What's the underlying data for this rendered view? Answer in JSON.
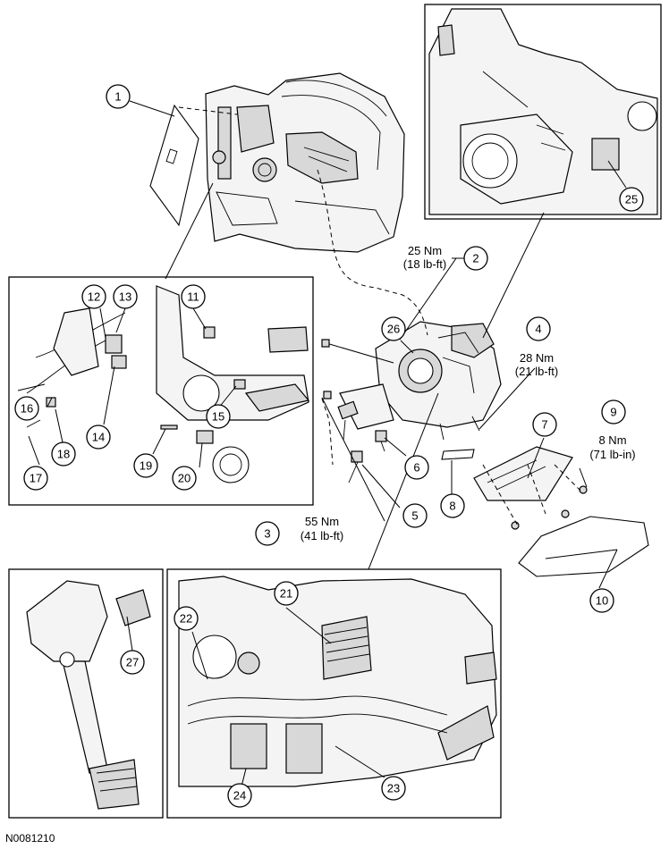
{
  "figure_id": "N0081210",
  "callouts": [
    {
      "id": "1",
      "label": "1"
    },
    {
      "id": "2",
      "label": "2"
    },
    {
      "id": "3",
      "label": "3"
    },
    {
      "id": "4",
      "label": "4"
    },
    {
      "id": "5",
      "label": "5"
    },
    {
      "id": "6",
      "label": "6"
    },
    {
      "id": "7",
      "label": "7"
    },
    {
      "id": "8",
      "label": "8"
    },
    {
      "id": "9",
      "label": "9"
    },
    {
      "id": "10",
      "label": "10"
    },
    {
      "id": "11",
      "label": "11"
    },
    {
      "id": "12",
      "label": "12"
    },
    {
      "id": "13",
      "label": "13"
    },
    {
      "id": "14",
      "label": "14"
    },
    {
      "id": "15",
      "label": "15"
    },
    {
      "id": "16",
      "label": "16"
    },
    {
      "id": "17",
      "label": "17"
    },
    {
      "id": "18",
      "label": "18"
    },
    {
      "id": "19",
      "label": "19"
    },
    {
      "id": "20",
      "label": "20"
    },
    {
      "id": "21",
      "label": "21"
    },
    {
      "id": "22",
      "label": "22"
    },
    {
      "id": "23",
      "label": "23"
    },
    {
      "id": "24",
      "label": "24"
    },
    {
      "id": "25",
      "label": "25"
    },
    {
      "id": "26",
      "label": "26"
    },
    {
      "id": "27",
      "label": "27"
    }
  ],
  "torques": {
    "item2": {
      "metric": "25 Nm",
      "imperial": "(18 lb-ft)"
    },
    "item3": {
      "metric": "55 Nm",
      "imperial": "(41 lb-ft)"
    },
    "item4": {
      "metric": "28 Nm",
      "imperial": "(21 lb-ft)"
    },
    "item9": {
      "metric": "8 Nm",
      "imperial": "(71 lb-in)"
    }
  }
}
